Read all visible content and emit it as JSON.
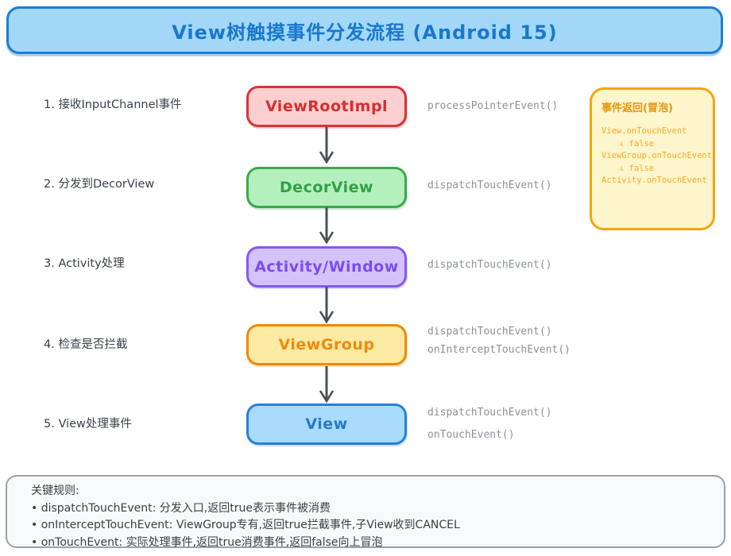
{
  "title": "View树触摸事件分发流程 (Android 15)",
  "flow": {
    "steps": [
      {
        "label": "1. 接收InputChannel事件",
        "box": "ViewRootImpl",
        "color_name": "red",
        "methods": [
          "processPointerEvent()"
        ]
      },
      {
        "label": "2. 分发到DecorView",
        "box": "DecorView",
        "color_name": "green",
        "methods": [
          "dispatchTouchEvent()"
        ]
      },
      {
        "label": "3. Activity处理",
        "box": "Activity/Window",
        "color_name": "violet",
        "methods": [
          "dispatchTouchEvent()"
        ]
      },
      {
        "label": "4. 检查是否拦截",
        "box": "ViewGroup",
        "color_name": "orange",
        "methods": [
          "dispatchTouchEvent()",
          "onInterceptTouchEvent()"
        ]
      },
      {
        "label": "5. View处理事件",
        "box": "View",
        "color_name": "blue",
        "methods": [
          "dispatchTouchEvent()",
          "onTouchEvent()"
        ]
      }
    ]
  },
  "note": {
    "title": "事件返回(冒泡)",
    "lines": [
      "View.onTouchEvent",
      "↓ false",
      "ViewGroup.onTouchEvent",
      "↓ false",
      "Activity.onTouchEvent"
    ]
  },
  "rules": {
    "title": "关键规则:",
    "items": [
      "• dispatchTouchEvent: 分发入口,返回true表示事件被消费",
      "• onInterceptTouchEvent: ViewGroup专有,返回true拦截事件,子View收到CANCEL",
      "• onTouchEvent: 实际处理事件,返回true消费事件,返回false向上冒泡"
    ]
  },
  "colors": {
    "title_bg": "#a3d7f8",
    "title_border": "#1c7ed6",
    "title_text": "#1878cc",
    "box_red_bg": "#fbcfcf",
    "box_red_border": "#d83434",
    "box_green_bg": "#b4f0bd",
    "box_green_border": "#3aaa4d",
    "box_violet_bg": "#d4c3fb",
    "box_violet_border": "#8558f0",
    "box_orange_bg": "#fdeaa2",
    "box_orange_border": "#f0880b",
    "box_blue_bg": "#a9dcfa",
    "box_blue_border": "#2a7fd4",
    "note_bg": "#fdf5cc",
    "note_border": "#f2a60d",
    "note_title_text": "#e8940c",
    "note_body_text": "#f3ab25",
    "rules_bg": "#f8f9fa",
    "rules_border": "#9aa1a8",
    "step_label_text": "#3a4148",
    "method_text": "#8b9298",
    "arrow": "#495057"
  }
}
